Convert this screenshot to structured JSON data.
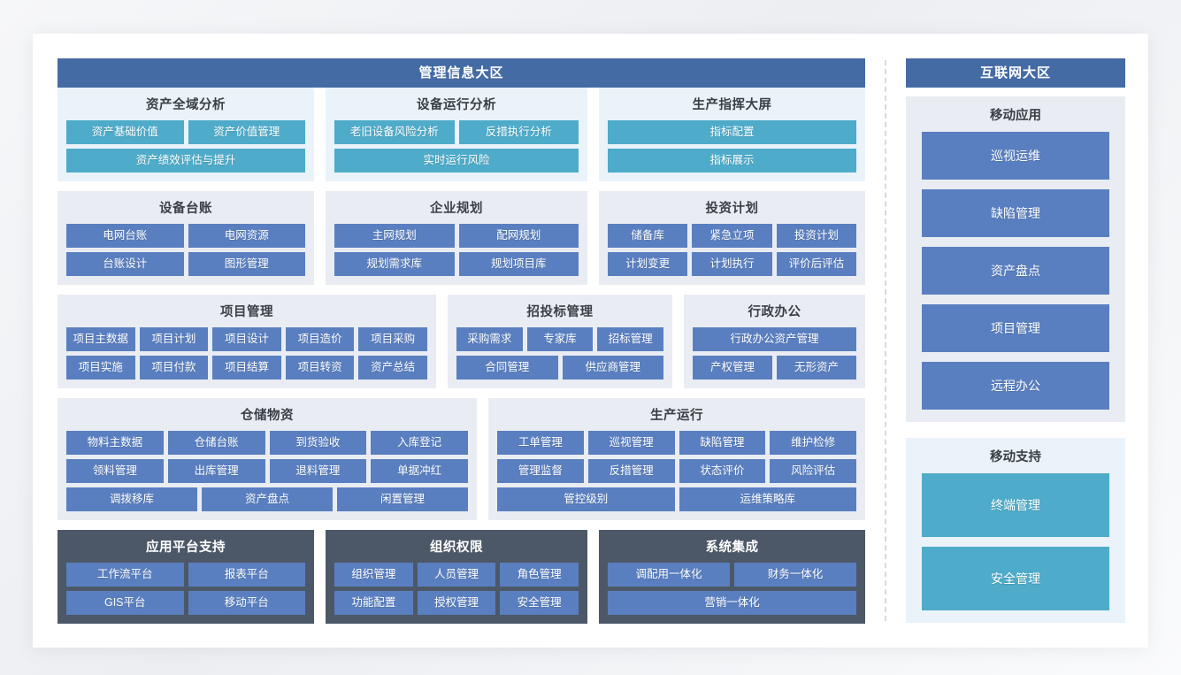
{
  "left_zone": {
    "title": "管理信息大区",
    "row1": [
      {
        "name": "asset-global-analysis",
        "title": "资产全域分析",
        "theme": "teal",
        "rows": [
          [
            "资产基础价值",
            "资产价值管理"
          ],
          [
            "资产绩效评估与提升"
          ]
        ]
      },
      {
        "name": "equipment-operation-analysis",
        "title": "设备运行分析",
        "theme": "teal",
        "rows": [
          [
            "老旧设备风险分析",
            "反措执行分析"
          ],
          [
            "实时运行风险"
          ]
        ]
      },
      {
        "name": "production-command-screen",
        "title": "生产指挥大屏",
        "theme": "teal",
        "rows": [
          [
            "指标配置"
          ],
          [
            "指标展示"
          ]
        ]
      }
    ],
    "row2": [
      {
        "name": "equipment-ledger",
        "title": "设备台账",
        "theme": "gray",
        "rows": [
          [
            "电网台账",
            "电网资源"
          ],
          [
            "台账设计",
            "图形管理"
          ]
        ]
      },
      {
        "name": "enterprise-planning",
        "title": "企业规划",
        "theme": "gray",
        "rows": [
          [
            "主网规划",
            "配网规划"
          ],
          [
            "规划需求库",
            "规划项目库"
          ]
        ]
      },
      {
        "name": "investment-plan",
        "title": "投资计划",
        "theme": "gray",
        "rows": [
          [
            "储备库",
            "紧急立项",
            "投资计划"
          ],
          [
            "计划变更",
            "计划执行",
            "评价后评估"
          ]
        ]
      }
    ],
    "row3": [
      {
        "name": "project-management",
        "title": "项目管理",
        "theme": "gray",
        "rows": [
          [
            "项目主数据",
            "项目计划",
            "项目设计",
            "项目造价",
            "项目采购"
          ],
          [
            "项目实施",
            "项目付款",
            "项目结算",
            "项目转资",
            "资产总结"
          ]
        ]
      },
      {
        "name": "bidding-management",
        "title": "招投标管理",
        "theme": "gray",
        "rows": [
          [
            "采购需求",
            "专家库",
            "招标管理"
          ],
          [
            "合同管理",
            "供应商管理"
          ]
        ]
      },
      {
        "name": "administrative-office",
        "title": "行政办公",
        "theme": "gray",
        "rows": [
          [
            "行政办公资产管理"
          ],
          [
            "产权管理",
            "无形资产"
          ]
        ]
      }
    ],
    "row4": [
      {
        "name": "warehouse-materials",
        "title": "仓储物资",
        "theme": "gray",
        "rows": [
          [
            "物料主数据",
            "仓储台账",
            "到货验收",
            "入库登记"
          ],
          [
            "领料管理",
            "出库管理",
            "退料管理",
            "单据冲红"
          ],
          [
            "调拨移库",
            "资产盘点",
            "闲置管理"
          ]
        ]
      },
      {
        "name": "production-operation",
        "title": "生产运行",
        "theme": "gray",
        "rows": [
          [
            "工单管理",
            "巡视管理",
            "缺陷管理",
            "维护检修"
          ],
          [
            "管理监督",
            "反措管理",
            "状态评价",
            "风险评估"
          ],
          [
            "管控级别",
            "运维策略库"
          ]
        ]
      }
    ],
    "row5": [
      {
        "name": "application-platform-support",
        "title": "应用平台支持",
        "theme": "dark",
        "rows": [
          [
            "工作流平台",
            "报表平台"
          ],
          [
            "GIS平台",
            "移动平台"
          ]
        ]
      },
      {
        "name": "organization-permission",
        "title": "组织权限",
        "theme": "dark",
        "rows": [
          [
            "组织管理",
            "人员管理",
            "角色管理"
          ],
          [
            "功能配置",
            "授权管理",
            "安全管理"
          ]
        ]
      },
      {
        "name": "system-integration",
        "title": "系统集成",
        "theme": "dark",
        "rows": [
          [
            "调配用一体化",
            "财务一体化"
          ],
          [
            "营销一体化"
          ]
        ]
      }
    ]
  },
  "right_zone": {
    "title": "互联网大区",
    "groups": [
      {
        "name": "mobile-application",
        "title": "移动应用",
        "style": "gray",
        "tile_style": "blue",
        "items": [
          "巡视运维",
          "缺陷管理",
          "资产盘点",
          "项目管理",
          "远程办公"
        ]
      },
      {
        "name": "mobile-support",
        "title": "移动支持",
        "style": "light",
        "tile_style": "teal",
        "items": [
          "终端管理",
          "安全管理"
        ]
      }
    ]
  },
  "colors": {
    "zone_header": "#446ba4",
    "tile_blue": "#5a7fc0",
    "tile_teal": "#4eabc9",
    "panel_gray": "#e9edf3",
    "panel_light": "#eaf3fa",
    "panel_dark": "#4c5867"
  }
}
